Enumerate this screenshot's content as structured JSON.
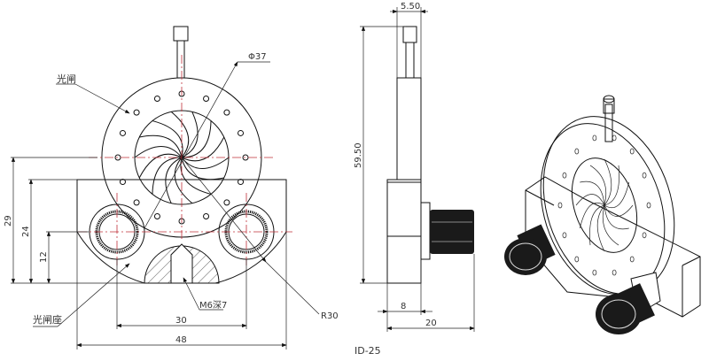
{
  "title": "ID-25",
  "front_view": {
    "labels": {
      "iris": "光闸",
      "iris_base": "光闸座",
      "diameter": "Φ37",
      "thread": "M6深7",
      "radius": "R30"
    },
    "dimensions": {
      "height_center": "29",
      "height_top": "24",
      "height_knob": "12",
      "knob_spacing": "30",
      "width": "48"
    }
  },
  "side_view": {
    "dimensions": {
      "rod_width": "5.50",
      "total_height": "59.50",
      "base_thickness": "8",
      "total_depth": "20"
    }
  },
  "colors": {
    "line": "#111111",
    "center_line": "#c0303a",
    "knob": "#1a1a1a"
  }
}
